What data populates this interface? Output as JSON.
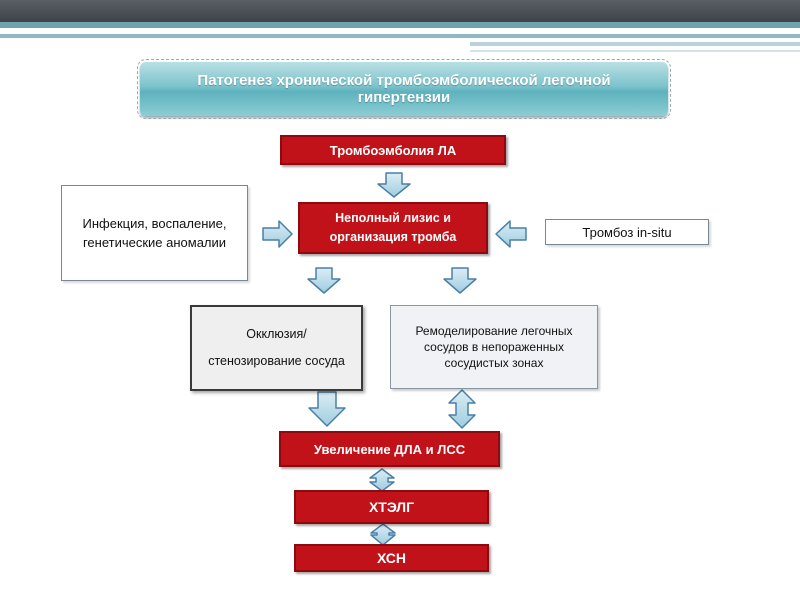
{
  "title": "Патогенез хронической тромбоэмболической легочной гипертензии",
  "nodes": {
    "thromboembolism": "Тромбоэмболия ЛА",
    "incomplete_lysis": "Неполный лизис и организация тромба",
    "infection": "Инфекция, воспаление, генетические аномалии",
    "thrombosis_in_situ": "Тромбоз in-situ",
    "occlusion_line1": "Окклюзия/",
    "occlusion_line2": "стенозирование сосуда",
    "remodeling": "Ремоделирование легочных сосудов в непораженных сосудистых зонах",
    "increase": "Увеличение ДЛА и ЛСС",
    "cteph": "ХТЭЛГ",
    "heart_failure": "ХСН"
  },
  "colors": {
    "red_box": "#c1121a",
    "title_teal": "#6fbac4",
    "arrow_fill": "#b8dbe6",
    "arrow_stroke": "#4a7fa6"
  }
}
